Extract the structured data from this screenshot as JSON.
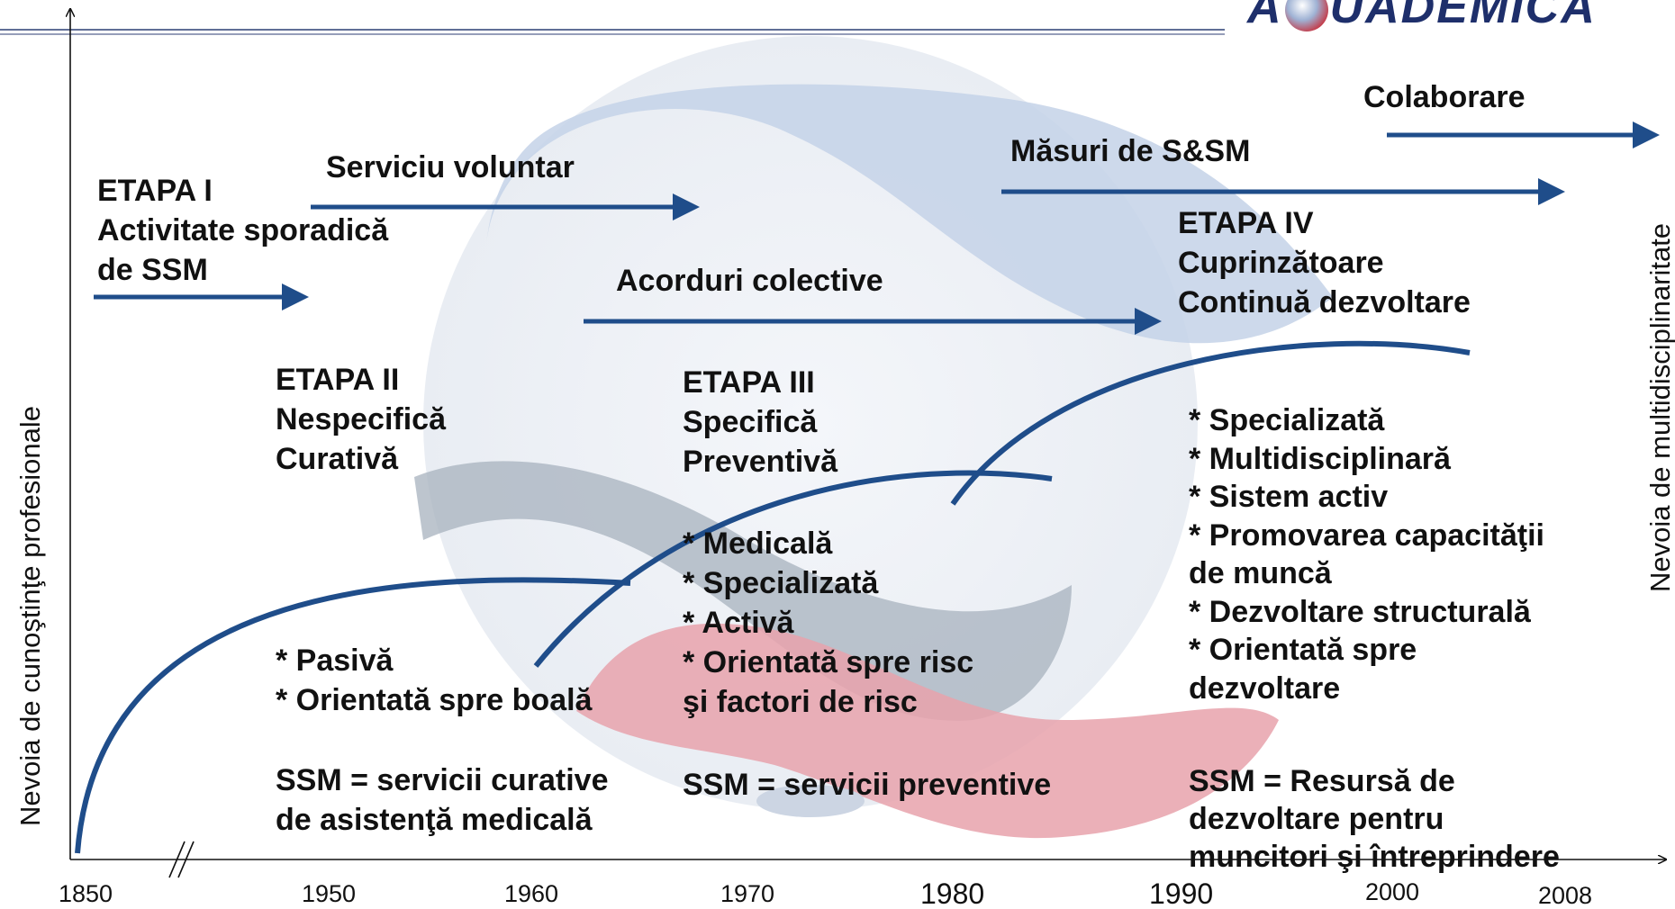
{
  "logo": {
    "text_left": "A",
    "text_right": "UADEMICA"
  },
  "axes": {
    "y_left_label": "Nevoia de cunoştinţe profesionale",
    "y_right_label": "Nevoia de multidisciplinaritate",
    "x_ticks": [
      "1850",
      "1950",
      "1960",
      "1970",
      "1980",
      "1990",
      "2000",
      "2008"
    ]
  },
  "arrows": {
    "stage1": "",
    "serviciu": "Serviciu voluntar",
    "acorduri": "Acorduri colective",
    "masuri": "Măsuri de S&SM",
    "colaborare": "Colaborare"
  },
  "stages": [
    {
      "heading": "ETAPA I",
      "lines": [
        "Activitate sporadică",
        "de SSM"
      ]
    },
    {
      "heading": "ETAPA II",
      "lines": [
        "Nespecifică",
        "Curativă"
      ],
      "features": [
        "* Pasivă",
        "* Orientată spre boală"
      ],
      "ssm": [
        "SSM = servicii curative",
        "de asistenţă medicală"
      ]
    },
    {
      "heading": "ETAPA III",
      "lines": [
        "Specifică",
        "Preventivă"
      ],
      "features": [
        "* Medicală",
        "* Specializată",
        "* Activă",
        "* Orientată spre risc",
        "şi factori de risc"
      ],
      "ssm": [
        "SSM = servicii preventive"
      ]
    },
    {
      "heading": "ETAPA IV",
      "lines": [
        "Cuprinzătoare",
        "Continuă dezvoltare"
      ],
      "features": [
        "* Specializată",
        "* Multidisciplinară",
        "* Sistem activ",
        "* Promovarea capacităţii",
        "de muncă",
        "* Dezvoltare structurală",
        "* Orientată spre",
        "dezvoltare"
      ],
      "ssm": [
        "SSM = Resursă de",
        "dezvoltare pentru",
        "muncitori şi întreprindere"
      ]
    }
  ],
  "colors": {
    "arrow": "#1f4d8a",
    "curve": "#1f4d8a",
    "text": "#111111",
    "watermark_blue": "#b9c9e3",
    "watermark_gray": "#9fa9b5",
    "watermark_red": "#e3848e"
  }
}
